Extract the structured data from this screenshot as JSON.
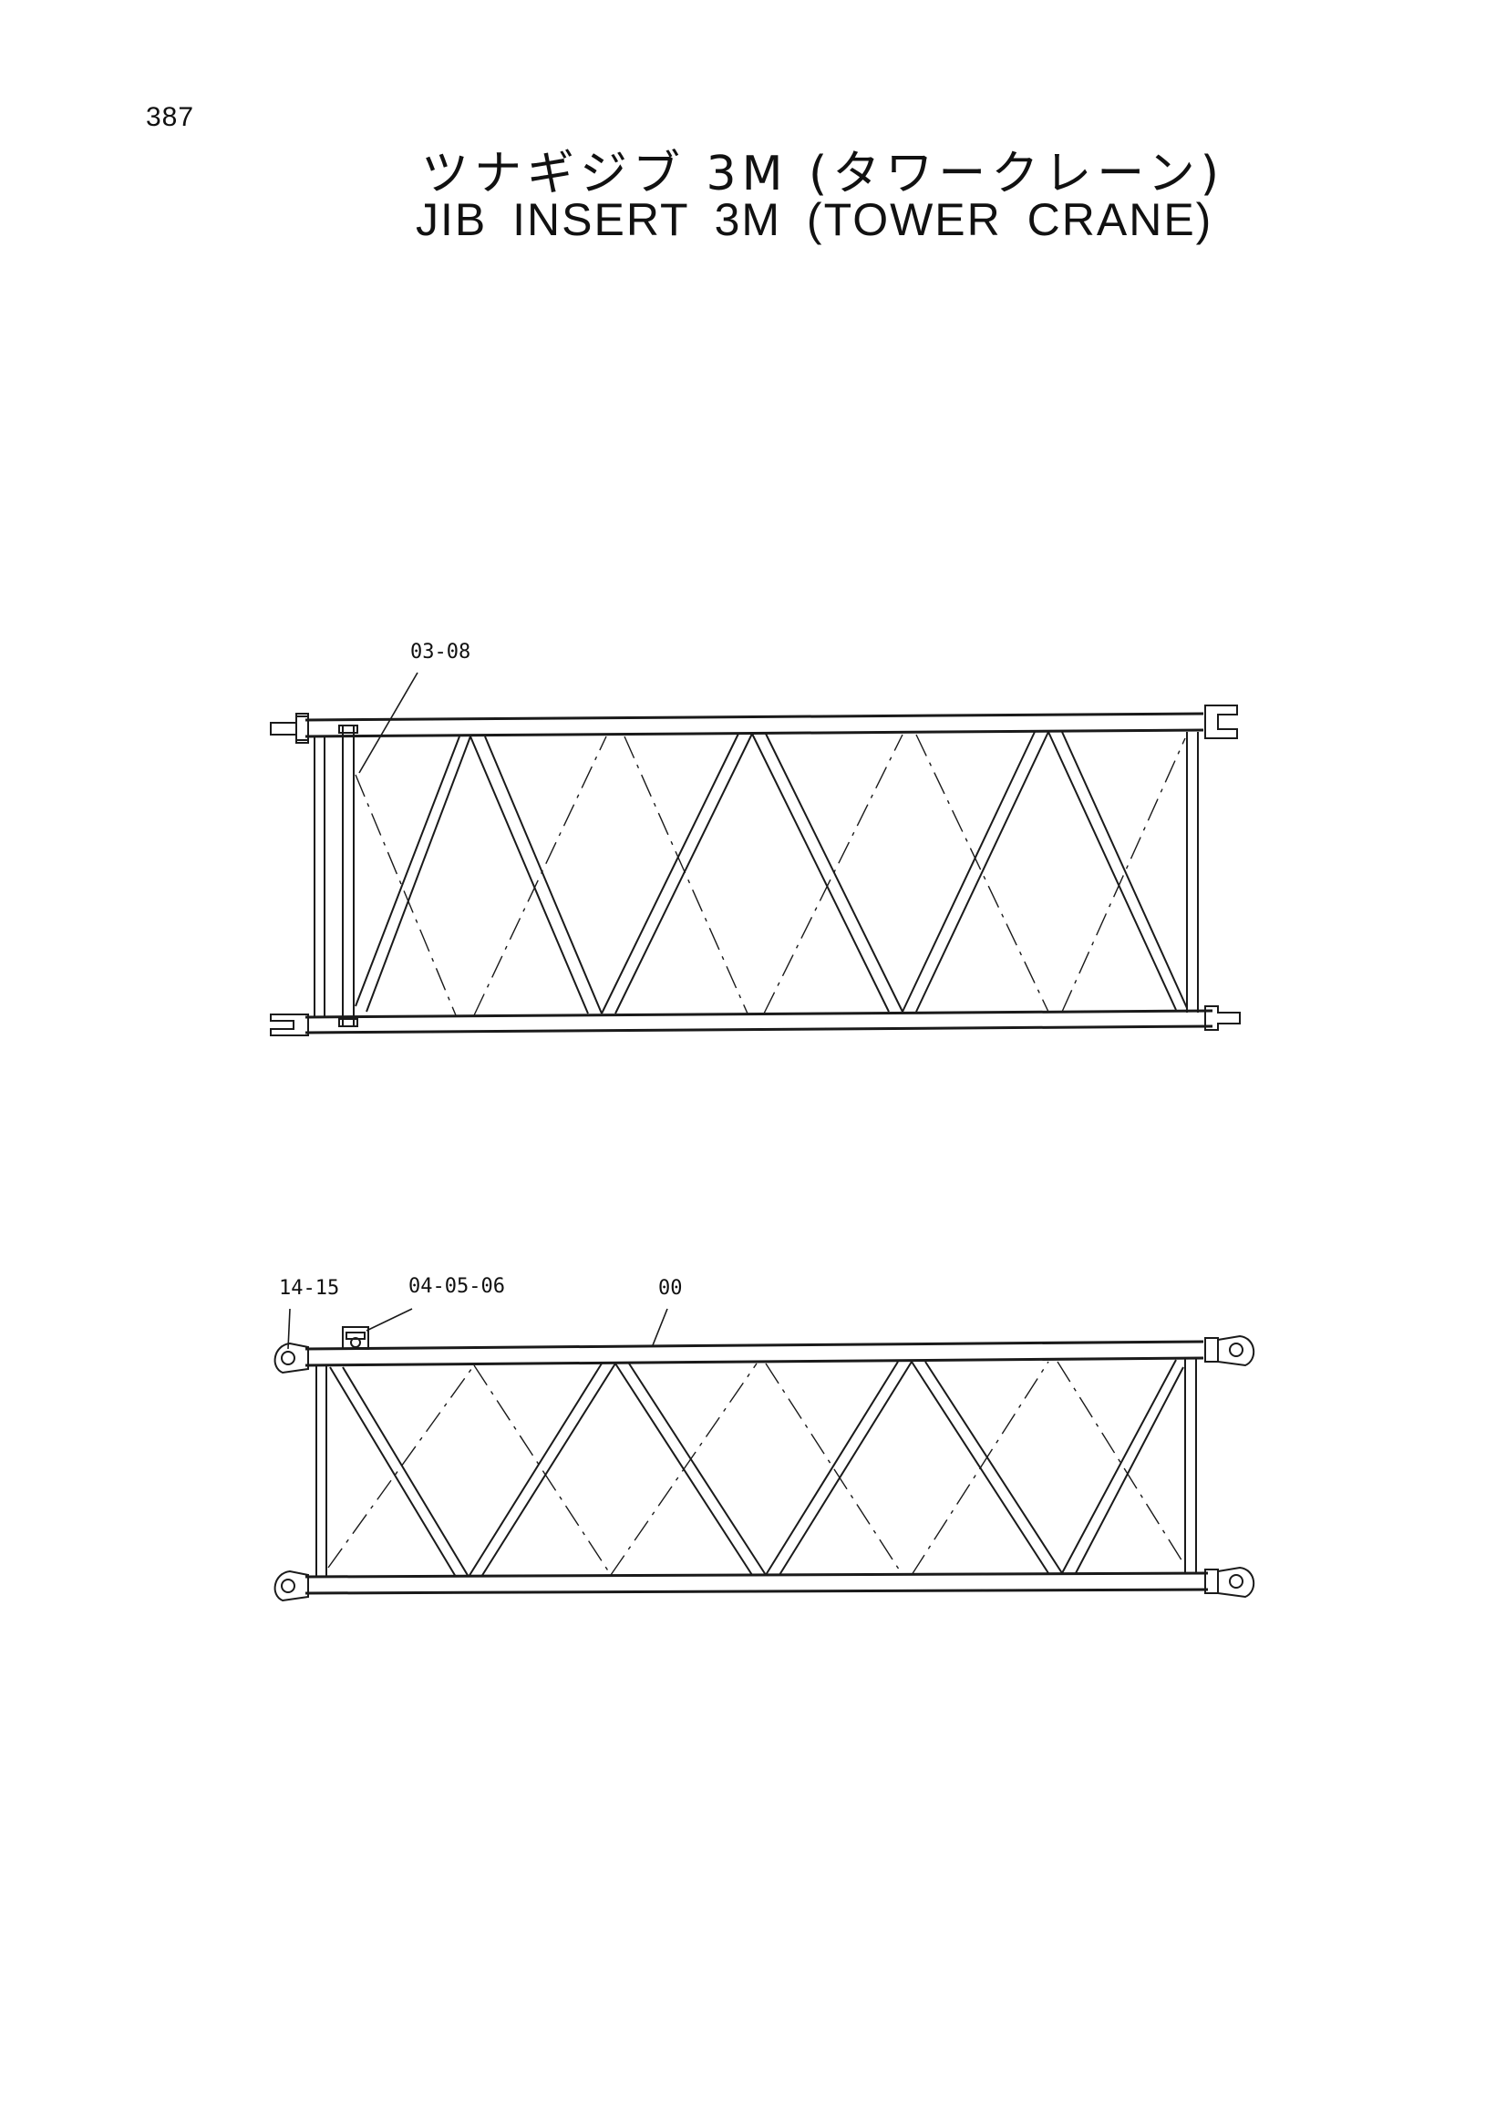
{
  "page": {
    "number": "387",
    "title_jp": "ツナギジブ 3M (タワークレーン)",
    "title_en": "JIB INSERT 3M (TOWER CRANE)"
  },
  "top_view": {
    "callouts": [
      {
        "label": "03-08"
      }
    ]
  },
  "side_view": {
    "callouts": [
      {
        "label": "14-15"
      },
      {
        "label": "04-05-06"
      },
      {
        "label": "00"
      }
    ]
  }
}
